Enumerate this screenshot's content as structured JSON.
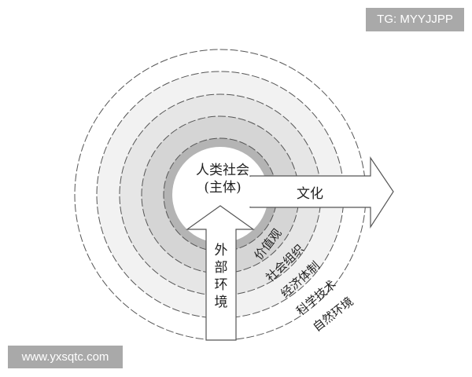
{
  "watermarks": {
    "top_right": "TG: MYYJJPP",
    "bottom_left": "www.yxsqtc.com"
  },
  "center": {
    "line1": "人类社会",
    "line2": "(主体)"
  },
  "arrows": {
    "right": {
      "label": "文化",
      "direction": "outward-right"
    },
    "up": {
      "label": "外部环境",
      "direction": "inward-up"
    }
  },
  "rings": [
    {
      "index": 1,
      "label": "价值观",
      "fill": "#b4b4b4"
    },
    {
      "index": 2,
      "label": "社会组织",
      "fill": "#d5d5d5"
    },
    {
      "index": 3,
      "label": "经济体制",
      "fill": "#e6e6e6"
    },
    {
      "index": 4,
      "label": "科学技术",
      "fill": "#f2f2f2"
    },
    {
      "index": 5,
      "label": "自然环境",
      "fill": "#ffffff"
    }
  ],
  "colors": {
    "stroke": "#555555",
    "watermark_bg": "#a9a9a9",
    "center_fill": "#ffffff"
  }
}
